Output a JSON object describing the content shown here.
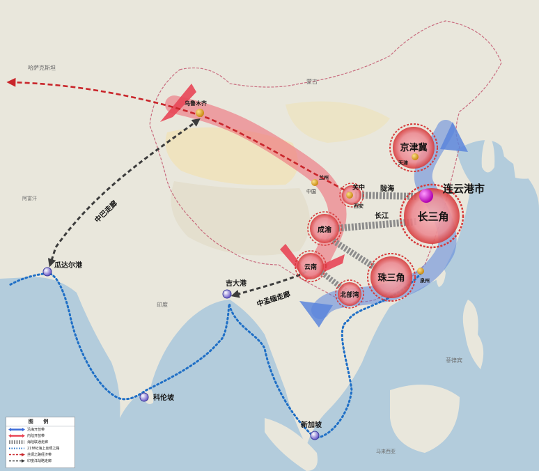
{
  "colors": {
    "land": "#e9e7dc",
    "sea": "#b3ccdc",
    "desert": "#efe3bf",
    "inland_belt": "#ee6e7a",
    "coastal_belt": "#5b85dc",
    "silk_road_maritime": "#1f6fc6",
    "silk_road_land": "#c9262b",
    "corridor": "#3c3c3c",
    "city_ring": "#d63a3a",
    "lianyungang": "#d400d4"
  },
  "labels": {
    "kazakhstan": "哈萨克斯坦",
    "mongolia": "蒙古",
    "india": "印度",
    "afghanistan": "阿富汗",
    "philippines": "菲律宾",
    "malaysia": "马来西亚"
  },
  "cities": {
    "urumqi": "乌鲁木齐",
    "lanzhou": "兰州",
    "xining": "中国",
    "xian": "西安",
    "tianjin": "天津",
    "quanzhou": "泉州",
    "gwadar": "瓜达尔港",
    "chittagong": "吉大港",
    "colombo": "科伦坡",
    "singapore": "新加坡",
    "lianyungang": "连云港市"
  },
  "regions": {
    "jingjinji": "京津冀",
    "changsanjiao": "长三角",
    "zhusanjiao": "珠三角",
    "chengyu": "成渝",
    "yunnan": "云南",
    "beibuwan": "北部湾",
    "guanzhong": "关中"
  },
  "corridors": {
    "longhai": "陇海",
    "changjiang": "长江",
    "cpec": "中巴走廊",
    "bcim": "中孟缅走廊"
  },
  "legend": {
    "title": "图 例",
    "items": [
      "沿海开放带",
      "内陆开放带",
      "海陆联通走廊",
      "21世纪海上丝绸之路",
      "丝绸之路经济带",
      "印度洋战略走廊"
    ]
  }
}
